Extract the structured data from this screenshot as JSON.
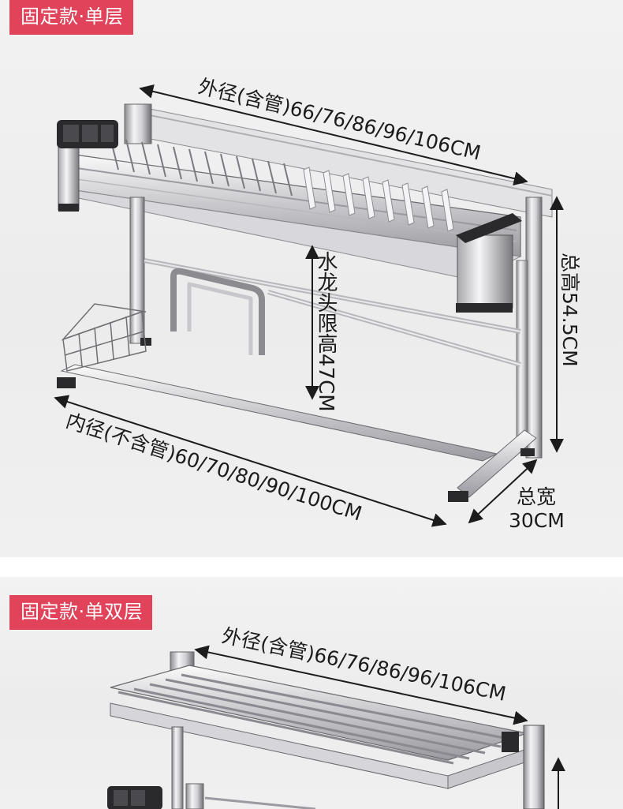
{
  "panel_single": {
    "badge": "固定款·单层",
    "outer_label": "外径(含管)66/76/86/96/106CM",
    "inner_label": "内径(不含管)60/70/80/90/100CM",
    "faucet_label": "水龙头限高47CM",
    "height_label": "总高54.5CM",
    "width_label_1": "总宽",
    "width_label_2": "30CM"
  },
  "panel_double": {
    "badge": "固定款·单双层",
    "outer_label": "外径(含管)66/76/86/96/106CM"
  },
  "colors": {
    "badge": "#e0435a",
    "panel_bg": "#f0f0f0",
    "steel_light": "#e6e6e8",
    "steel_dark": "#5a5a5e",
    "plastic_black": "#2a2a2c"
  }
}
